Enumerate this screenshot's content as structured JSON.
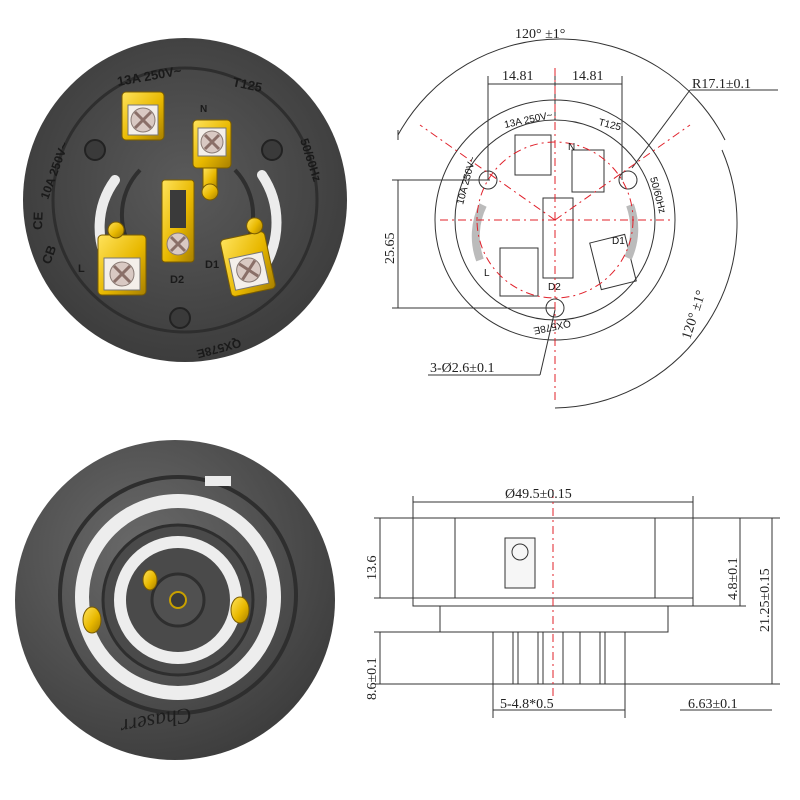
{
  "socket_markings": {
    "rating": "13A 250V~",
    "model_temp": "T125",
    "frequency": "50/60Hz",
    "rating_10a": "10A 250V~",
    "ce": "CE",
    "cb": "CB",
    "part_no": "QX578E",
    "terminals": {
      "l": "L",
      "n": "N",
      "d1": "D1",
      "d2": "D2"
    }
  },
  "brand": "Chaserr",
  "dimensions": {
    "angle_top": "120° ±1°",
    "angle_right": "120° ±1°",
    "span_left": "14.81",
    "span_right": "14.81",
    "radius": "R17.1±0.1",
    "height_vertical": "25.65",
    "holes": "3-Ø2.6±0.1",
    "diameter": "Ø49.5±0.15",
    "body_height": "13.6",
    "upper_height": "4.8±0.1",
    "total_height": "21.25±0.15",
    "pin_length": "8.6±0.1",
    "pin_spacing": "5-4.8*0.5",
    "pin_offset": "6.63±0.1"
  },
  "colors": {
    "body": "#4a4a4a",
    "body_dark": "#2e2e2e",
    "brass": "#e8b800",
    "screw": "#d9c9c3",
    "line": "#333333",
    "red": "#e0202a"
  }
}
